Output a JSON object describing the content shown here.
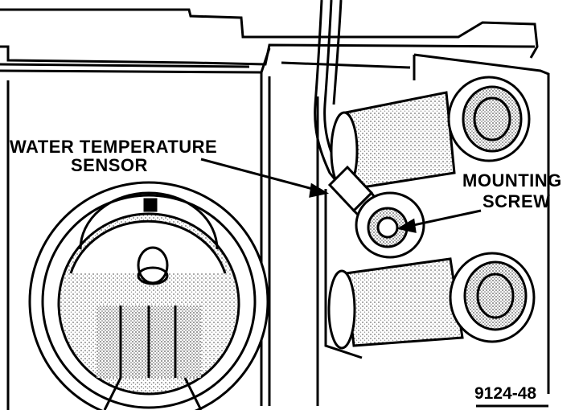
{
  "labels": {
    "sensor_line1": "WATER TEMPERATURE",
    "sensor_line2": "SENSOR",
    "screw_line1": "MOUNTING",
    "screw_line2": "SCREW"
  },
  "figure_id": "9124-48",
  "colors": {
    "ink": "#000000",
    "paper": "#ffffff",
    "stipple": "#9a9a9a"
  }
}
